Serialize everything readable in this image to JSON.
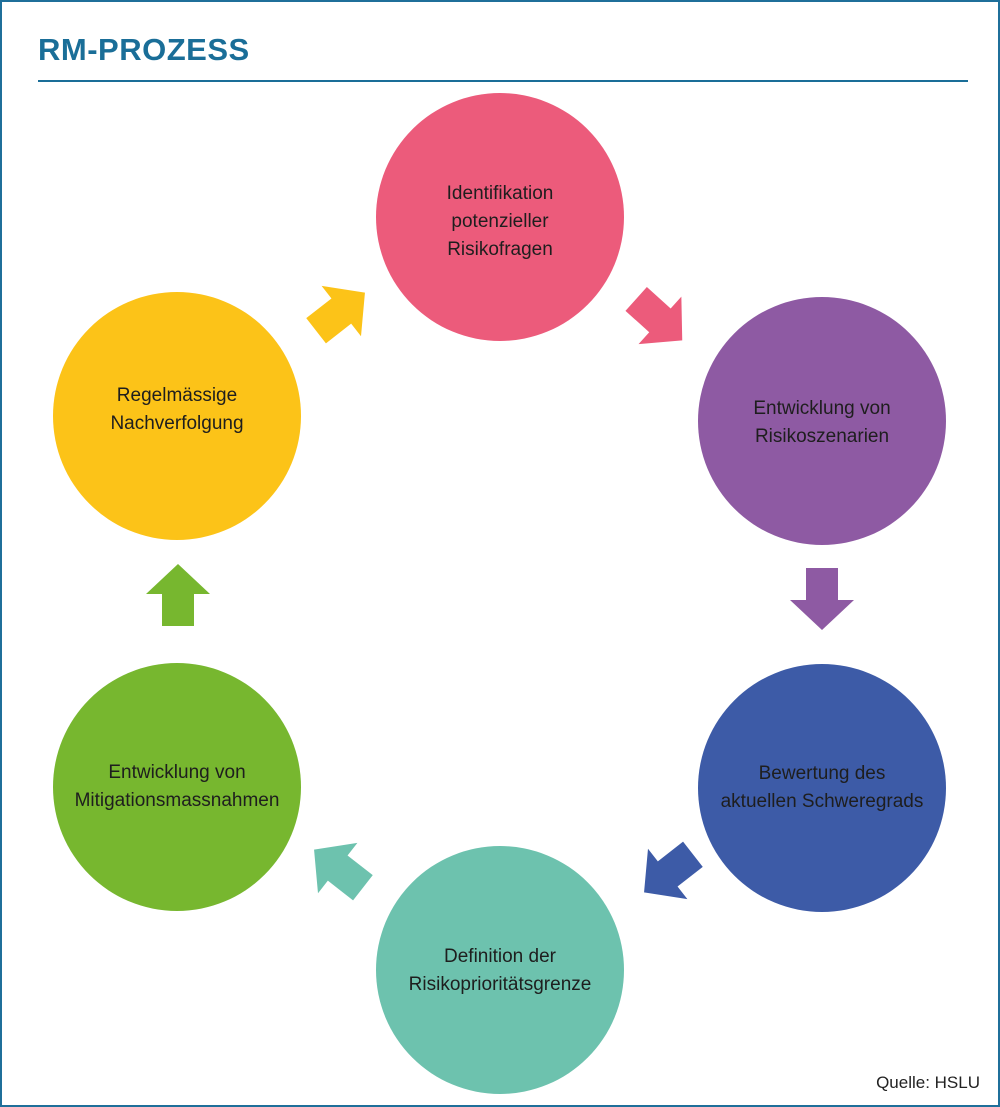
{
  "title": "RM-PROZESS",
  "source": "Quelle: HSLU",
  "steps": [
    {
      "id": "identifikation",
      "lines": [
        "Identifikation",
        "potenzieller",
        "Risikofragen"
      ],
      "color": "#ec5b7b"
    },
    {
      "id": "szenarien",
      "lines": [
        "Entwicklung von",
        "Risikoszenarien"
      ],
      "color": "#8e5aa3"
    },
    {
      "id": "bewertung",
      "lines": [
        "Bewertung des",
        "aktuellen Schweregrads"
      ],
      "color": "#3d5ba7"
    },
    {
      "id": "prioritaet",
      "lines": [
        "Definition der",
        "Risikoprioritätsgrenze"
      ],
      "color": "#6dc2ae"
    },
    {
      "id": "mitigation",
      "lines": [
        "Entwicklung von",
        "Mitigationsmassnahmen"
      ],
      "color": "#77b72f"
    },
    {
      "id": "nachverfolgung",
      "lines": [
        "Regelmässige",
        "Nachverfolgung"
      ],
      "color": "#fcc318"
    }
  ]
}
